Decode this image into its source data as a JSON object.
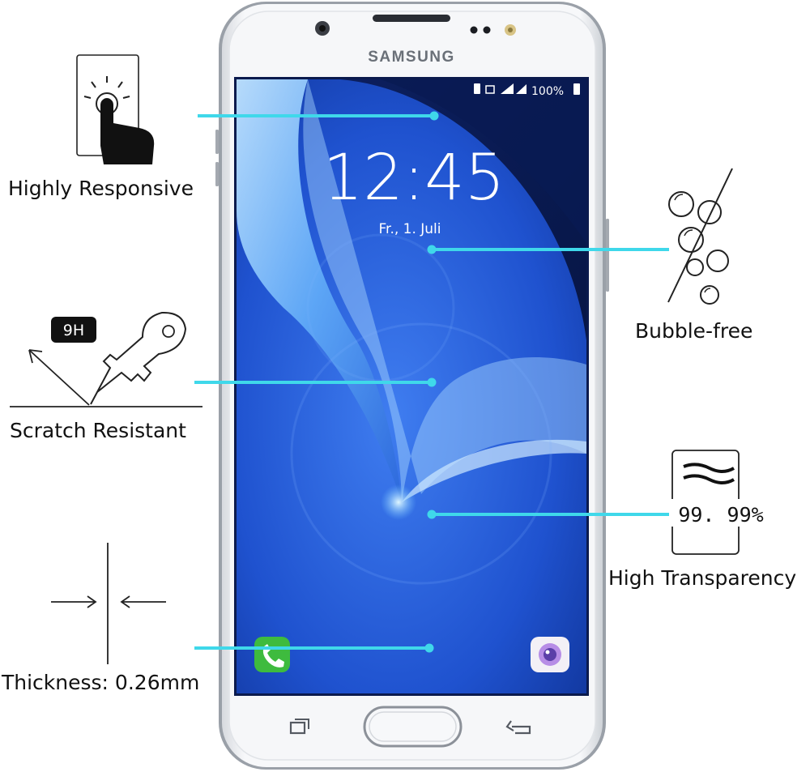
{
  "features": {
    "highly_responsive": "Highly Responsive",
    "scratch_resistant": "Scratch Resistant",
    "thickness": "Thickness: 0.26mm",
    "bubble_free": "Bubble-free",
    "high_transparency": "High Transparency",
    "hardness_badge": "9H",
    "transparency_value": "99. 99%"
  },
  "phone": {
    "brand": "SAMSUNG",
    "clock": "12:45",
    "date": "Fr., 1. Juli",
    "battery": "100%"
  },
  "colors": {
    "callout_line": "#3fd8ea",
    "screen_blue": "#1d4fcf",
    "phone_body": "#f3f4f6"
  },
  "icons": {
    "phone_app": "phone-icon",
    "camera_app": "camera-icon",
    "recents": "recents-icon",
    "back": "back-icon",
    "home": "home-button"
  }
}
